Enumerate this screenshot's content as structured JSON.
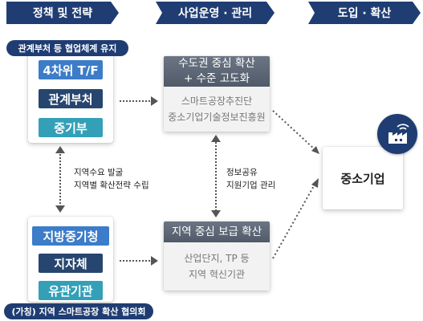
{
  "headers": {
    "policy": "정책 및 전략",
    "operations": "사업운영 · 관리",
    "adoption": "도입 · 확산"
  },
  "policy_group": {
    "label": "관계부처 등 협업체계 유지",
    "items": [
      "4차위 T/F",
      "관계부처",
      "중기부"
    ]
  },
  "regional_group": {
    "label": "(가칭) 지역 스마트공장 확산 협의회",
    "items": [
      "지방중기청",
      "지자체",
      "유관기관"
    ]
  },
  "vertical_note_left": [
    "지역수요 발굴",
    "지역별 확산전략 수립"
  ],
  "vertical_note_right": [
    "정보공유",
    "지원기업 관리"
  ],
  "capital_box": {
    "title": [
      "수도권 중심 확산",
      "+ 수준 고도화"
    ],
    "body": [
      "스마트공장추진단",
      "중소기업기술정보진흥원"
    ]
  },
  "regional_box": {
    "title": "지역 중심 보급 확산",
    "body": [
      "산업단지, TP 등",
      "지역 혁신기관"
    ]
  },
  "sme_box": {
    "label": "중소기업",
    "icon": "factory-icon"
  },
  "colors": {
    "navy": "#1f3d73",
    "blue": "#3c7cc8",
    "teal": "#33a0b8",
    "gray_header": "#5a6472"
  }
}
